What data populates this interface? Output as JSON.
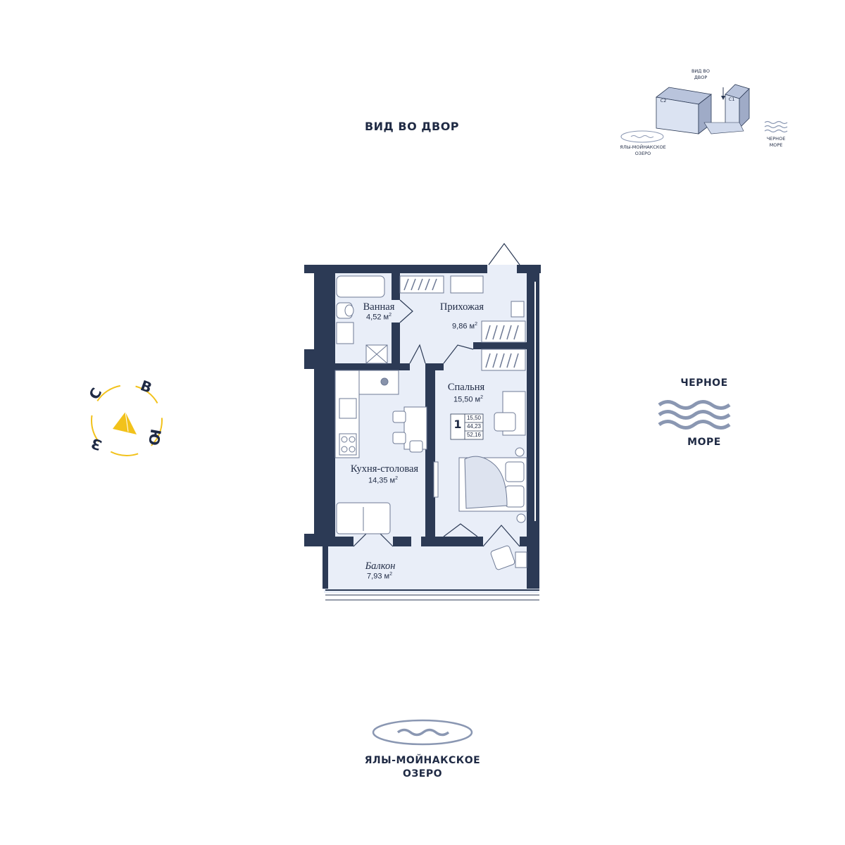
{
  "header": {
    "view_label": "ВИД ВО ДВОР"
  },
  "side_right": {
    "line1": "ЧЕРНОЕ",
    "line2": "МОРЕ"
  },
  "bottom": {
    "line1": "ЯЛЫ-МОЙНАКСКОЕ",
    "line2": "ОЗЕРО"
  },
  "compass": {
    "north": "С",
    "east": "В",
    "south": "Ю",
    "west": "З",
    "accent": "#f2c21b"
  },
  "minimap": {
    "view_label_1": "ВИД ВО",
    "view_label_2": "ДВОР",
    "building_c2": "С2",
    "building_c1": "С1",
    "lake_1": "ЯЛЫ-МОЙНАКСКОЕ",
    "lake_2": "ОЗЕРО",
    "sea_1": "ЧЕРНОЕ",
    "sea_2": "МОРЕ"
  },
  "rooms": {
    "bath": {
      "name": "Ванная",
      "area": "4,52 м"
    },
    "hall": {
      "name": "Прихожая",
      "area": "9,86 м"
    },
    "bedroom": {
      "name": "Спальня",
      "area": "15,50 м"
    },
    "kitchen": {
      "name": "Кухня-столовая",
      "area": "14,35 м"
    },
    "balcony": {
      "name": "Балкон",
      "area": "7,93 м"
    }
  },
  "area_table": {
    "rooms_count": "1",
    "living": "15,50",
    "total": "44,23",
    "with_balcony": "52,16"
  },
  "area_superscript": "2",
  "colors": {
    "wall": "#2c3a55",
    "floor": "#e9eef8",
    "water": "#8a97b2",
    "furniture": "#6e7a95"
  }
}
